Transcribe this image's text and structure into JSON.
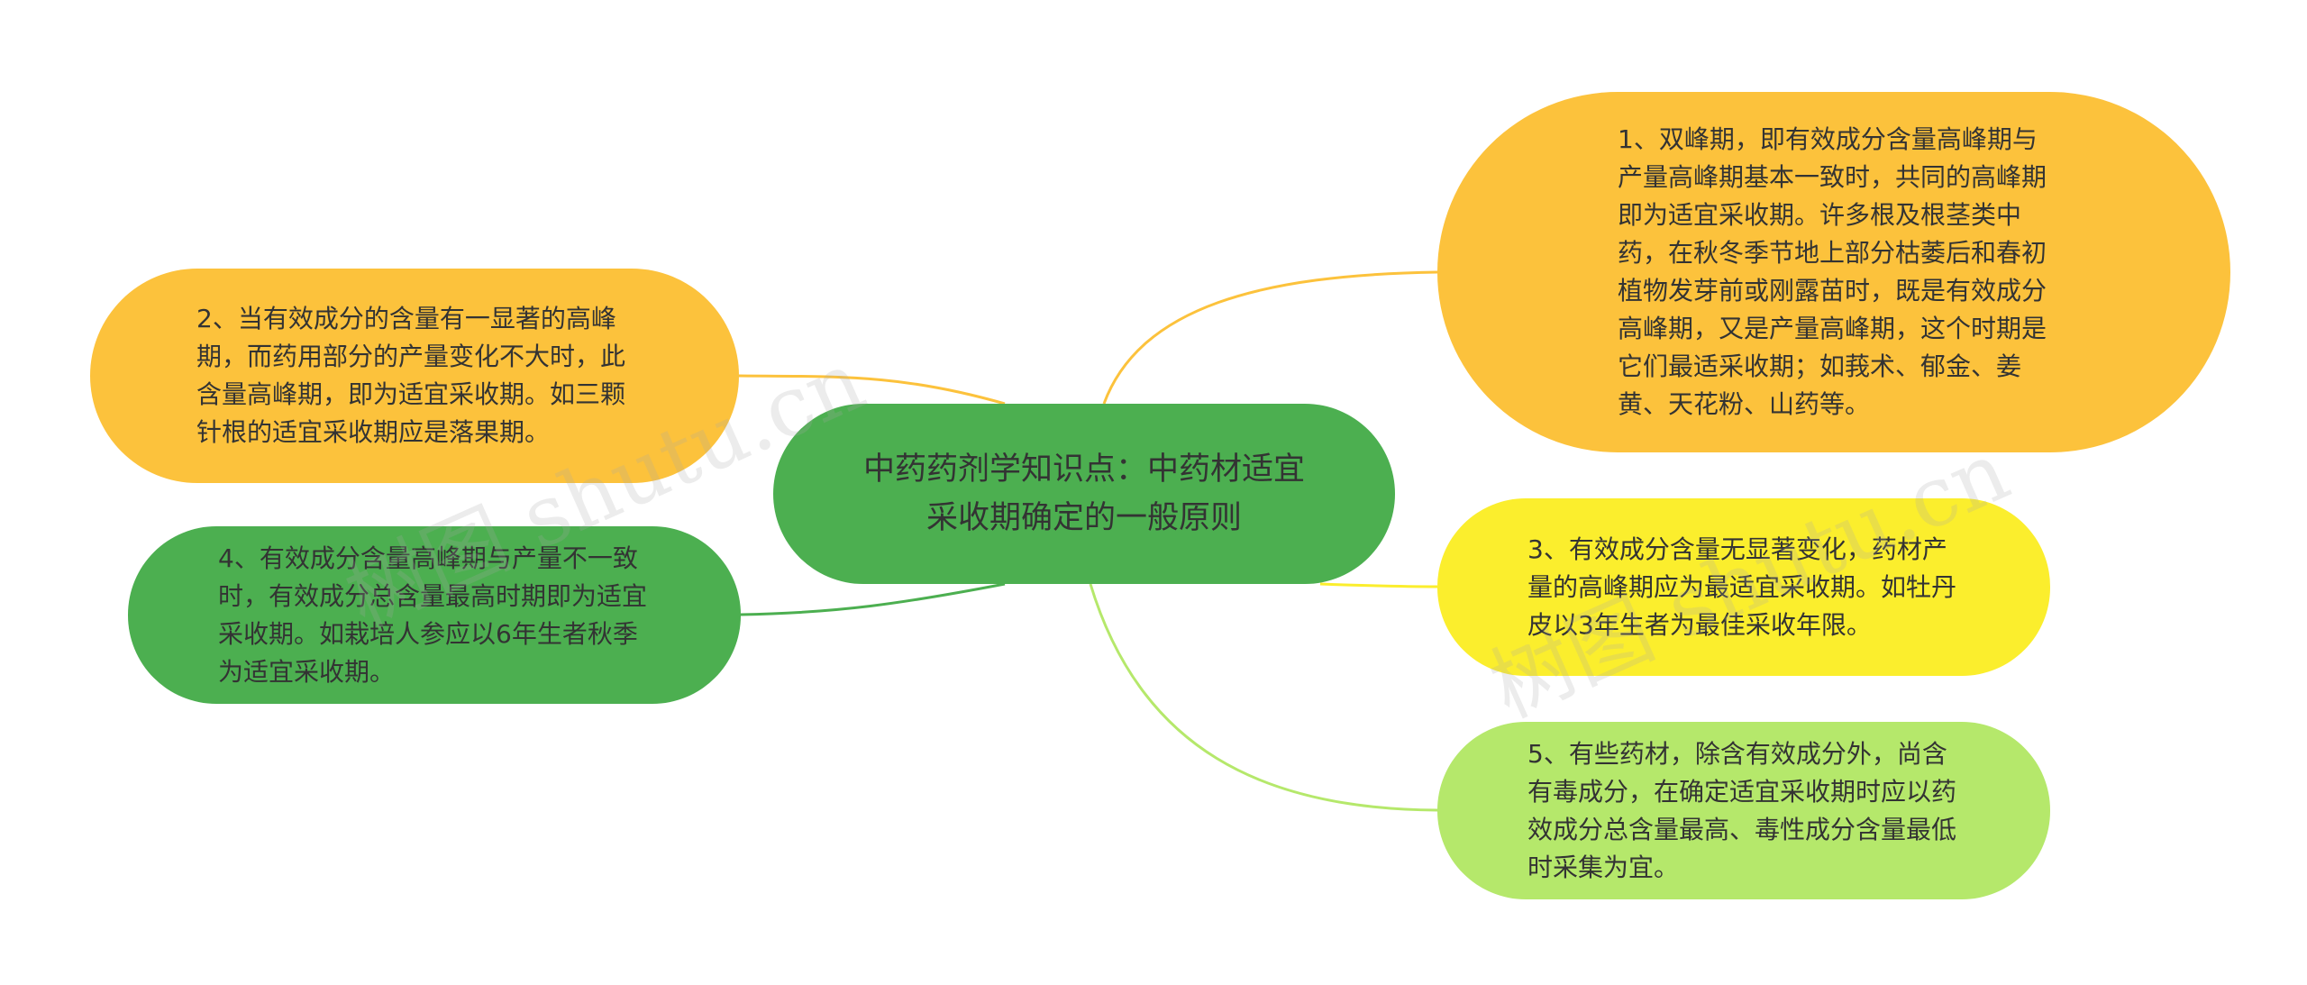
{
  "colors": {
    "center": "#4caf50",
    "orange": "#fcc23c",
    "yellow": "#fbee2d",
    "green": "#4caf50",
    "lightgreen": "#b5e86b"
  },
  "center": {
    "label": "中药药剂学知识点：中药材适宜采收期确定的一般原则"
  },
  "nodes": [
    {
      "id": "n1",
      "text": "1、双峰期，即有效成分含量高峰期与产量高峰期基本一致时，共同的高峰期即为适宜采收期。许多根及根茎类中药，在秋冬季节地上部分枯萎后和春初植物发芽前或刚露苗时，既是有效成分高峰期，又是产量高峰期，这个时期是它们最适采收期；如莪术、郁金、姜黄、天花粉、山药等。"
    },
    {
      "id": "n2",
      "text": "2、当有效成分的含量有一显著的高峰期，而药用部分的产量变化不大时，此含量高峰期，即为适宜采收期。如三颗针根的适宜采收期应是落果期。"
    },
    {
      "id": "n3",
      "text": "3、有效成分含量无显著变化，药材产量的高峰期应为最适宜采收期。如牡丹皮以3年生者为最佳采收年限。"
    },
    {
      "id": "n4",
      "text": "4、有效成分含量高峰期与产量不一致时，有效成分总含量最高时期即为适宜采收期。如栽培人参应以6年生者秋季为适宜采收期。"
    },
    {
      "id": "n5",
      "text": "5、有些药材，除含有效成分外，尚含有毒成分，在确定适宜采收期时应以药效成分总含量最高、毒性成分含量最低时采集为宜。"
    }
  ],
  "watermarks": [
    "树图 shutu.cn",
    "树图 shutu.cn"
  ]
}
